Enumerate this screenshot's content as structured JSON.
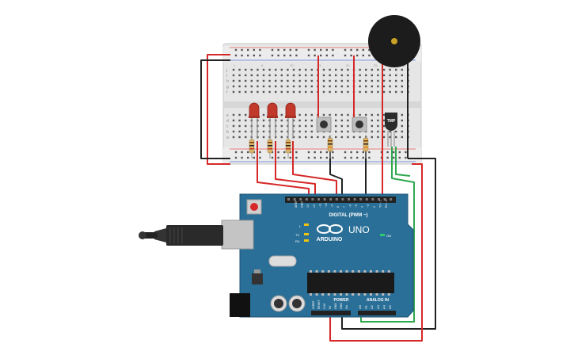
{
  "board": {
    "brand": "ARDUINO",
    "model": "UNO",
    "digital_label": "DIGITAL (PWM ~)",
    "power_label": "POWER",
    "analog_label": "ANALOG IN",
    "on_label": "ON",
    "tx_label": "TX",
    "rx_label": "RX",
    "l_label": "L",
    "aref_label": "AREF",
    "gnd_label": "GND",
    "digital_pins": [
      "13",
      "12",
      "~11",
      "~10",
      "~9",
      "8",
      "7",
      "~6",
      "~5",
      "4",
      "~3",
      "2",
      "TX→1",
      "RX←0"
    ],
    "power_pins": [
      "IOREF",
      "RESET",
      "3.3V",
      "5V",
      "GND",
      "GND",
      "Vin"
    ],
    "analog_pins": [
      "A0",
      "A1",
      "A2",
      "A3",
      "A4",
      "A5"
    ]
  },
  "breadboard": {
    "row_labels_top": [
      "j",
      "i",
      "h",
      "g",
      "f"
    ],
    "row_labels_bottom": [
      "e",
      "d",
      "c",
      "b",
      "a"
    ],
    "column_numbers": [
      "1",
      "5",
      "10",
      "15",
      "20",
      "25",
      "30"
    ]
  },
  "sensor": {
    "label": "TMP"
  },
  "colors": {
    "board": "#2a6f97",
    "wire_red": "#d62828",
    "wire_black": "#222222",
    "wire_green": "#2fa84f",
    "led": "#c0392b",
    "breadboard": "#e9e9e9"
  }
}
